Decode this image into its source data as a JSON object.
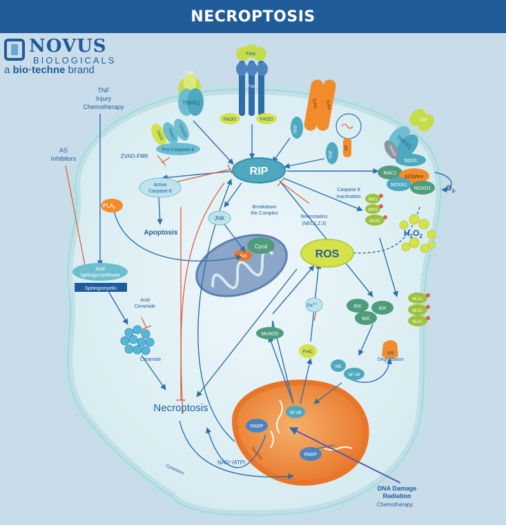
{
  "title": "NECROPTOSIS",
  "logo": {
    "company": "NOVUS",
    "subtitle": "BIOLOGICALS",
    "brand_prefix": "a",
    "brand_name": "bio·techne",
    "brand_suffix": "brand"
  },
  "stimuli": {
    "tnf_line1": "TNF",
    "tnf_line2": "Injury",
    "tnf_line3": "Chemotherapy",
    "as_line1": "AS",
    "as_line2": "Inhibitors",
    "dna_line1": "DNA Damage",
    "dna_line2": "Radiation",
    "dna_line3": "Chemotherapy"
  },
  "receptors": {
    "tnfr1_left": "TNFR1",
    "tnf_ligand": "TNF",
    "fasl": "FasL",
    "fas": "Fas",
    "tlr3": "TLR3",
    "tlr4": "TLR4",
    "tnfr1_right": "TNFR1",
    "tnf_right": "TNF"
  },
  "adaptors": {
    "fadd_left": "FADD",
    "traf2": "TRAF2",
    "tradd_left": "TRADD",
    "pro_caspase8": "Pro-Caspase-8",
    "fadd_mid1": "FADD",
    "fadd_mid2": "FADD",
    "trif_1": "TRIF",
    "trif_2": "TRIF",
    "tradd_right": "TRADD",
    "irf": "IRF"
  },
  "core": {
    "rip": "RIP",
    "ros": "ROS",
    "zvad": "ZVAD-FMK",
    "active_casp8_line1": "Active",
    "active_casp8_line2": "Caspase-8",
    "apoptosis": "Apoptosis",
    "pla2": "PLA",
    "pla2_sub": "2",
    "jnk": "JNK",
    "breakdown_line1": "Breakdown",
    "breakdown_line2": "the Complex",
    "necrostatins_line1": "Necrostatins",
    "necrostatins_line2": "(NEC1,2,3)",
    "casp8_inact_line1": "Caspase 8",
    "casp8_inact_line2": "Inactivation",
    "cycd": "Cycd",
    "ant": "Ant",
    "necroptosis": "Necroptosis"
  },
  "nox": {
    "nox1": "NOX1",
    "rac1": "RAC1",
    "p22phox": "p22phox",
    "noxa1": "NOXA1",
    "noxo1": "NOXO1",
    "o2": "O",
    "o2_sub": "2-",
    "h2o2_h": "H",
    "h2o2_sub1": "2",
    "h2o2_o": "O",
    "h2o2_sub2": "2"
  },
  "rip_complex": {
    "rip1": "RIP1",
    "rip3": "RIP3",
    "mlkl": "MLKL",
    "mlkl_a": "MLKL",
    "mlkl_b": "MLKL",
    "mlkl_c": "MLKL"
  },
  "sphingo": {
    "acid_sm_line1": "Acid",
    "acid_sm_line2": "Sphingomyelinase",
    "sphingomyelin": "Sphingomyelin",
    "acid_ceramide_line1": "Acid",
    "acid_ceramide_line2": "Ceramide",
    "ceramide": "Ceramide"
  },
  "nfkb_path": {
    "ikk1": "IKK",
    "ikk2": "IKK",
    "ikk3": "IKK",
    "ikb_deg_line1": "IkB",
    "ikb_deg_line2": "Degradation",
    "ikb": "IkB",
    "nfkb": "NF-kB",
    "nfkb_nucleus": "NF-kB",
    "fe": "Fe",
    "fe_sup": "++",
    "fhc": "FHC",
    "mnsod": "MnSOD"
  },
  "nucleus": {
    "parp1": "PARP",
    "parp2": "PARP",
    "label": "Nucleus",
    "nad_atp": "NAD⁺/ATPi",
    "cytoplasm": "Cytoplasm"
  }
}
